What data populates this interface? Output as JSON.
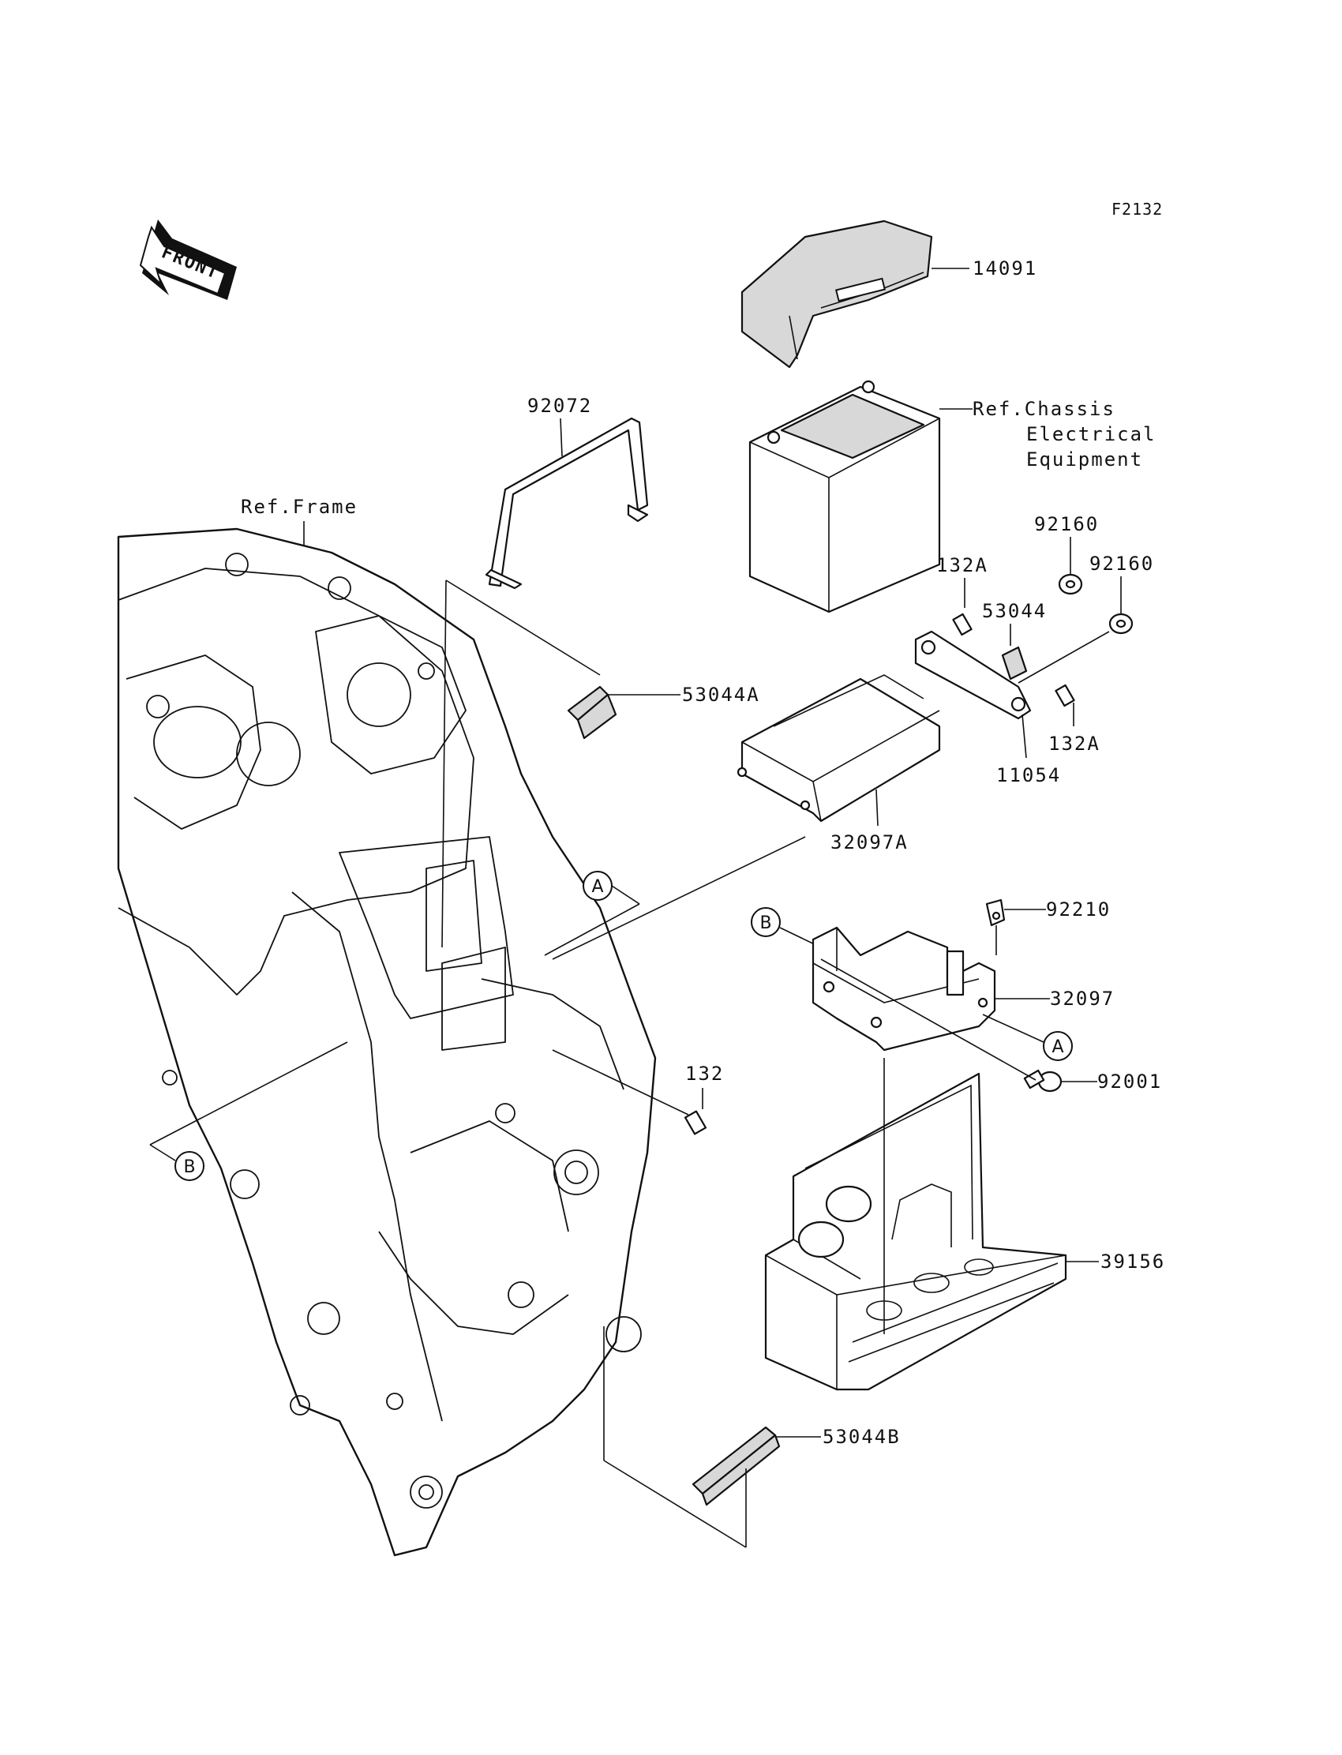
{
  "diagram_code": "F2132",
  "front_label": "FRONT",
  "callouts": {
    "a": "A",
    "b": "B"
  },
  "refs": {
    "frame": "Ref.Frame",
    "chassis_line1": "Ref.Chassis",
    "chassis_line2": "Electrical",
    "chassis_line3": "Equipment"
  },
  "parts": {
    "p14091": "14091",
    "p92072": "92072",
    "p92160_a": "92160",
    "p92160_b": "92160",
    "p132A_a": "132A",
    "p53044": "53044",
    "p53044A": "53044A",
    "p132A_b": "132A",
    "p11054": "11054",
    "p32097A": "32097A",
    "p92210": "92210",
    "p32097": "32097",
    "p92001": "92001",
    "p132": "132",
    "p39156": "39156",
    "p53044B": "53044B"
  }
}
